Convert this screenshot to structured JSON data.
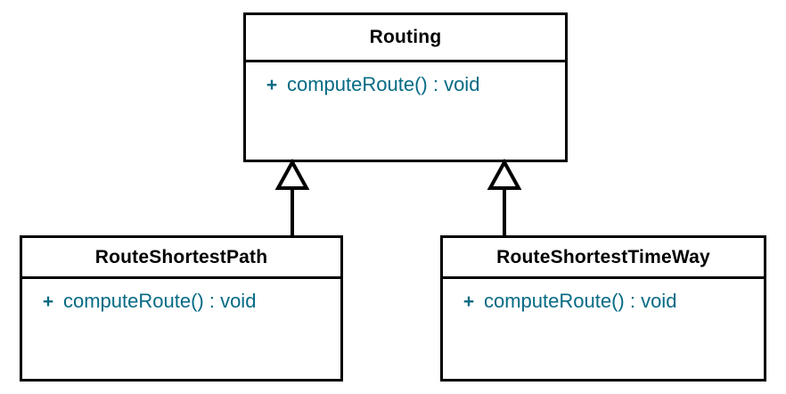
{
  "diagram": {
    "kind": "uml-class-diagram",
    "background_color": "#ffffff",
    "line_color": "#000000",
    "title_color": "#000000",
    "member_color": "#056a84",
    "classes": [
      {
        "id": "routing",
        "name": "Routing",
        "role": "superclass",
        "members": [
          {
            "visibility": "+",
            "signature": "computeRoute() : void"
          }
        ]
      },
      {
        "id": "routeshortestpath",
        "name": "RouteShortestPath",
        "role": "subclass",
        "members": [
          {
            "visibility": "+",
            "signature": "computeRoute() : void"
          }
        ]
      },
      {
        "id": "routeshortesttimeway",
        "name": "RouteShortestTimeWay",
        "role": "subclass",
        "members": [
          {
            "visibility": "+",
            "signature": "computeRoute() : void"
          }
        ]
      }
    ],
    "relationships": [
      {
        "id": "gen-left",
        "type": "generalization",
        "from": "RouteShortestPath",
        "to": "Routing",
        "arrow": "hollow-triangle"
      },
      {
        "id": "gen-right",
        "type": "generalization",
        "from": "RouteShortestTimeWay",
        "to": "Routing",
        "arrow": "hollow-triangle"
      }
    ]
  }
}
